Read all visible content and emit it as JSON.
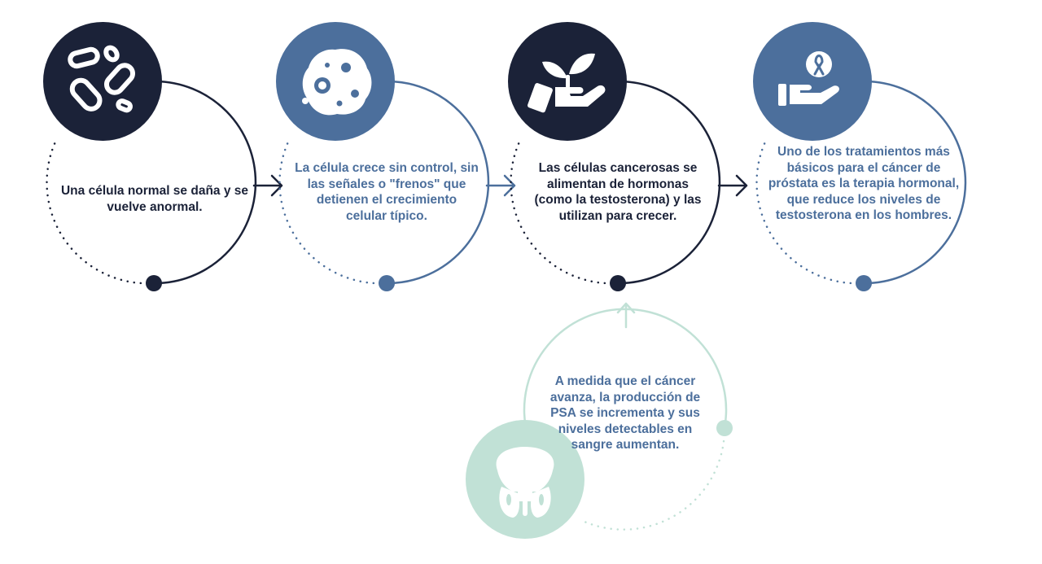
{
  "colors": {
    "navy": "#1b2238",
    "blue": "#4c6f9c",
    "mint": "#c1e1d6"
  },
  "steps": [
    {
      "text": "Una célula normal se daña y se vuelve anormal.",
      "icon": "blood-cells-icon",
      "color": "navy"
    },
    {
      "text": "La célula crece sin control, sin las señales o \"frenos\" que detienen el crecimiento celular típico.",
      "icon": "cancer-cell-icon",
      "color": "blue"
    },
    {
      "text": "Las células cancerosas se alimentan de hormonas (como la testosterona) y las utilizan para crecer.",
      "icon": "hand-sprout-icon",
      "color": "navy"
    },
    {
      "text": "Uno de los tratamientos más básicos para el cáncer de próstata es la terapia hormonal, que reduce los niveles de testosterona en los hombres.",
      "icon": "hand-ribbon-icon",
      "color": "blue"
    }
  ],
  "branch": {
    "text": "A medida que el cáncer avanza, la producción de PSA se incrementa y sus niveles detectables en sangre aumentan.",
    "icon": "prostate-icon",
    "color": "mint"
  }
}
